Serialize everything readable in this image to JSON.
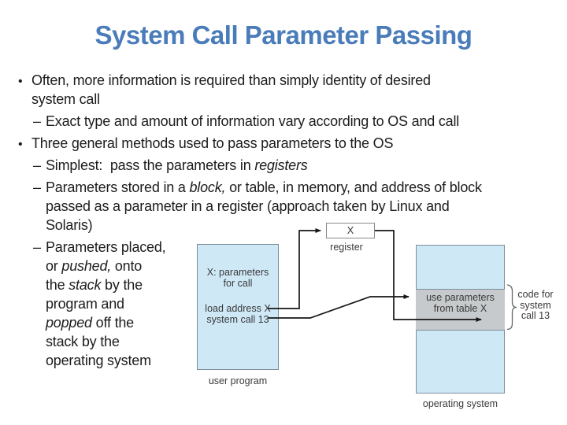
{
  "slide": {
    "title": "System Call Parameter Passing"
  },
  "bullets": {
    "marker_l1": "•",
    "marker_l2": "–",
    "b1_l1": "Often, more information is required than simply identity of desired",
    "b1_l2": "system call",
    "b2": "Exact type and amount of information vary according to OS and call",
    "b3": "Three general methods used to pass parameters to the OS",
    "b4_pre": "Simplest:  pass the parameters in ",
    "b4_it": "registers",
    "b5_l1_pre": "Parameters stored in a ",
    "b5_l1_it": "block,",
    "b5_l1_post": " or table, in memory, and address of block",
    "b5_l2": "passed as a parameter in a register (approach taken by Linux and",
    "b5_l3": "Solaris)",
    "b6_l1": "Parameters placed,",
    "b6_l2_pre": "or ",
    "b6_l2_it": "pushed,",
    "b6_l2_post": " onto",
    "b6_l3_pre": "the ",
    "b6_l3_it": "stack",
    "b6_l3_post": " by the",
    "b6_l4": "program and",
    "b6_l5_it": "popped",
    "b6_l5_post": " off the",
    "b6_l6": "stack by the",
    "b6_l7": "operating system"
  },
  "diagram": {
    "register_value": "X",
    "register_label": "register",
    "user_box_line1": "X: parameters",
    "user_box_line2": "for call",
    "user_box_line3": "load address X",
    "user_box_line4": "system call 13",
    "os_band_line1": "use parameters",
    "os_band_line2": "from table X",
    "code_label_l1": "code for",
    "code_label_l2": "system",
    "code_label_l3": "call 13",
    "user_box_caption": "user program",
    "os_box_caption": "operating system"
  },
  "colors": {
    "title_blue": "#4a7cba",
    "box_fill": "#cee8f6",
    "band_fill": "#c7cacc",
    "box_border": "#7e8e9a",
    "arrow": "#161616",
    "body_text": "#1c1c1c",
    "diagram_text": "#3a3a3a"
  }
}
